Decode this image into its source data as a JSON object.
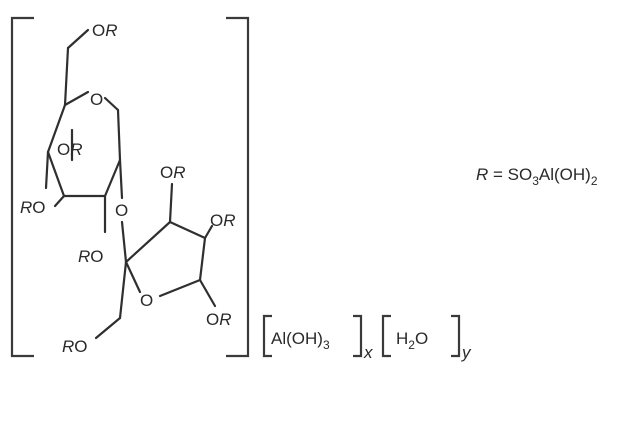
{
  "substituent": {
    "r_symbol": "R",
    "r_equals": " = SO",
    "r_sub3": "3",
    "r_mid": "Al(OH)",
    "r_sub2": "2"
  },
  "atoms": {
    "or_label": "OR",
    "ro_label": "RO",
    "o_ring": "O",
    "or_o": "O",
    "or_r": "R",
    "ro_r": "R",
    "ro_o": "O"
  },
  "complex": {
    "aloh_main": "Al(OH)",
    "aloh_sub": "3",
    "aloh_count": "x",
    "water_h": "H",
    "water_sub": "2",
    "water_o": "O",
    "water_count": "y"
  }
}
